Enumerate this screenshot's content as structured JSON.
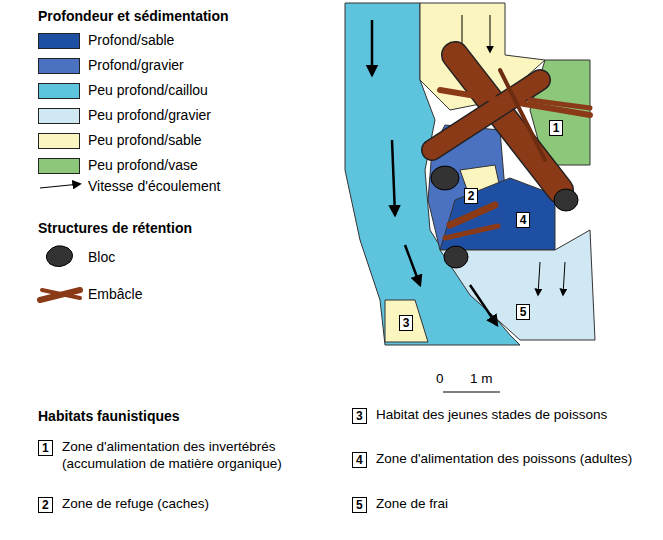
{
  "diagram": {
    "nodes": [
      {
        "text": [
          "1"
        ]
      },
      {
        "text": [
          "2"
        ]
      },
      {
        "text": [
          "3"
        ]
      },
      {
        "text": [
          "4"
        ]
      },
      {
        "text": [
          "5"
        ]
      }
    ],
    "labels": [
      "Profondeur et sédimentation",
      "Structures de rétention",
      "0",
      "1 m",
      "Habitats faunistiques",
      "1",
      "Zone d'alimentation des invertébrés (accumulation de matière organique)",
      "3",
      "Habitat des jeunes stades de poissons",
      "2",
      "Zone de refuge (caches)",
      "4",
      "Zone d'alimentation des poissons (adultes)",
      "5",
      "Zone de frai"
    ],
    "legend": [
      {
        "text": "Profond/sable",
        "color": "#1f4fa3"
      },
      {
        "text": "Profond/gravier",
        "color": "#4a72c0"
      },
      {
        "text": "Peu profond/caillou",
        "color": "#5ec3dd"
      },
      {
        "text": "Peu profond/gravier",
        "color": "#cfe8f3"
      },
      {
        "text": "Peu profond/sable",
        "color": "#fbf5c0"
      },
      {
        "text": "Peu profond/vase",
        "color": "#8cc77a"
      },
      {
        "text": "Vitesse d'écoulement"
      },
      {
        "text": "Bloc"
      },
      {
        "text": "Embâcle"
      }
    ]
  }
}
